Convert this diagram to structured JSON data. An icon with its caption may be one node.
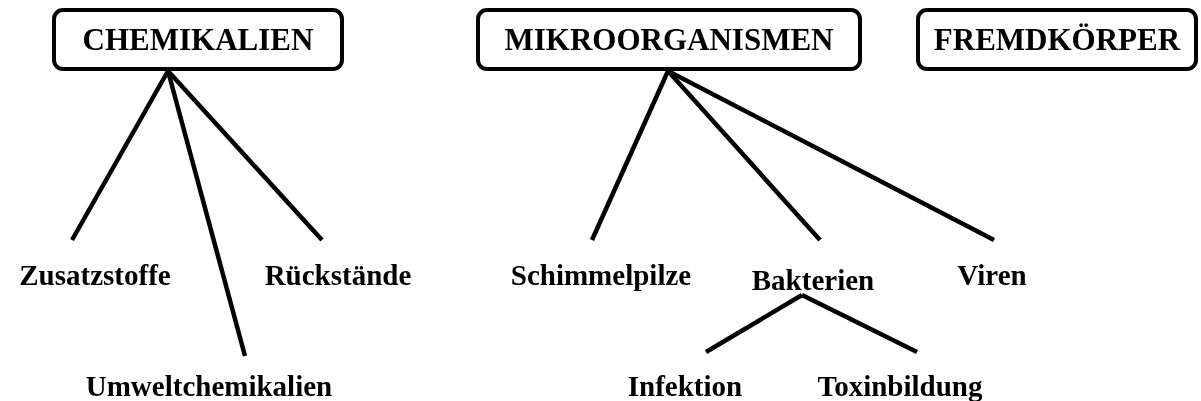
{
  "diagram": {
    "nodes": [
      {
        "text": [
          "CHEMIKALIEN"
        ]
      },
      {
        "text": [
          "MIKROORGANISMEN"
        ]
      },
      {
        "text": [
          "FREMDKÖRPER"
        ]
      },
      {
        "text": [
          "Zusatzstoffe"
        ]
      },
      {
        "text": [
          "Rückstände"
        ]
      },
      {
        "text": [
          "Schimmelpilze"
        ]
      },
      {
        "text": [
          "Bakterien"
        ]
      },
      {
        "text": [
          "Viren"
        ]
      },
      {
        "text": [
          "Umweltchemikalien"
        ]
      },
      {
        "text": [
          "Infektion"
        ]
      },
      {
        "text": [
          "Toxinbildung"
        ]
      }
    ],
    "edges": [
      {
        "from": 0,
        "to": 3,
        "arrow": "none"
      },
      {
        "from": 0,
        "to": 8,
        "arrow": "none"
      },
      {
        "from": 0,
        "to": 4,
        "arrow": "none"
      },
      {
        "from": 1,
        "to": 5,
        "arrow": "none"
      },
      {
        "from": 1,
        "to": 6,
        "arrow": "none"
      },
      {
        "from": 1,
        "to": 7,
        "arrow": "none"
      },
      {
        "from": 6,
        "to": 9,
        "arrow": "none"
      },
      {
        "from": 6,
        "to": 10,
        "arrow": "none"
      }
    ]
  }
}
